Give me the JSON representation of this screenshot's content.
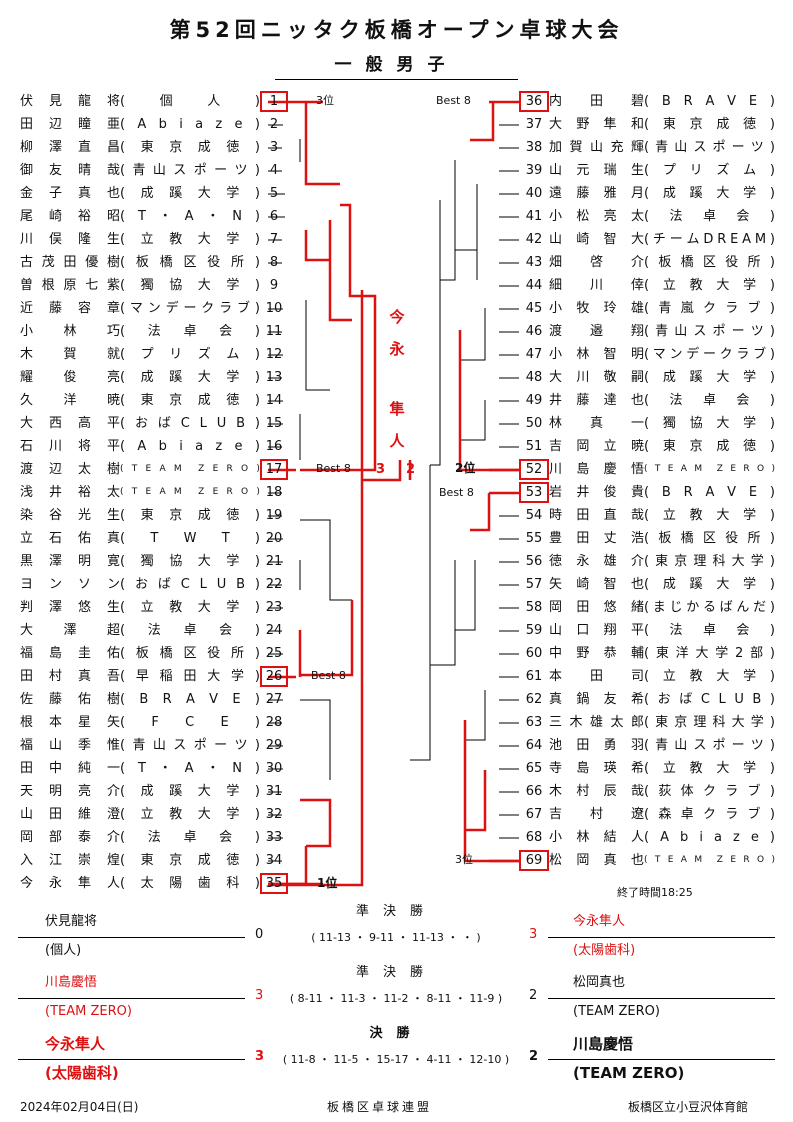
{
  "title": "第52回ニッタク板橋オープン卓球大会",
  "subtitle": "一般男子",
  "left_players": [
    {
      "num": "1",
      "name": "伏見龍将",
      "aff": "個人",
      "boxed": true
    },
    {
      "num": "2",
      "name": "田辺瞳亜",
      "aff": "Abiaze"
    },
    {
      "num": "3",
      "name": "柳澤直昌",
      "aff": "東京成徳"
    },
    {
      "num": "4",
      "name": "御友晴哉",
      "aff": "青山スポーツ"
    },
    {
      "num": "5",
      "name": "金子真也",
      "aff": "成蹊大学"
    },
    {
      "num": "6",
      "name": "尾崎裕昭",
      "aff": "T・A・N"
    },
    {
      "num": "7",
      "name": "川俣隆生",
      "aff": "立教大学"
    },
    {
      "num": "8",
      "name": "古茂田優樹",
      "aff": "板橋区役所"
    },
    {
      "num": "9",
      "name": "曽根原七紫",
      "aff": "獨協大学",
      "strike": true
    },
    {
      "num": "10",
      "name": "近藤容章",
      "aff": "マンデークラブ"
    },
    {
      "num": "11",
      "name": "小林巧",
      "aff": "法卓会"
    },
    {
      "num": "12",
      "name": "木賀就",
      "aff": "プリズム"
    },
    {
      "num": "13",
      "name": "耀俊亮",
      "aff": "成蹊大学"
    },
    {
      "num": "14",
      "name": "久洋暁",
      "aff": "東京成徳"
    },
    {
      "num": "15",
      "name": "大西高平",
      "aff": "おばCLUB"
    },
    {
      "num": "16",
      "name": "石川将平",
      "aff": "Abiaze"
    },
    {
      "num": "17",
      "name": "渡辺太樹",
      "aff": "TEAM ZERO",
      "small": true,
      "boxed": true
    },
    {
      "num": "18",
      "name": "浅井裕太",
      "aff": "TEAM ZERO",
      "small": true
    },
    {
      "num": "19",
      "name": "染谷光生",
      "aff": "東京成徳"
    },
    {
      "num": "20",
      "name": "立石佑真",
      "aff": "TWT"
    },
    {
      "num": "21",
      "name": "黒澤明寛",
      "aff": "獨協大学"
    },
    {
      "num": "22",
      "name": "ヨンソン",
      "aff": "おばCLUB"
    },
    {
      "num": "23",
      "name": "判澤悠生",
      "aff": "立教大学"
    },
    {
      "num": "24",
      "name": "大澤超",
      "aff": "法卓会"
    },
    {
      "num": "25",
      "name": "福島圭佑",
      "aff": "板橋区役所"
    },
    {
      "num": "26",
      "name": "田村真吾",
      "aff": "早稲田大学",
      "boxed": true
    },
    {
      "num": "27",
      "name": "佐藤佑樹",
      "aff": "BRAVE"
    },
    {
      "num": "28",
      "name": "根本星矢",
      "aff": "FCE"
    },
    {
      "num": "29",
      "name": "福山季惟",
      "aff": "青山スポーツ"
    },
    {
      "num": "30",
      "name": "田中純一",
      "aff": "T・A・N"
    },
    {
      "num": "31",
      "name": "天明亮介",
      "aff": "成蹊大学"
    },
    {
      "num": "32",
      "name": "山田維澄",
      "aff": "立教大学"
    },
    {
      "num": "33",
      "name": "岡部泰介",
      "aff": "法卓会"
    },
    {
      "num": "34",
      "name": "入江崇煌",
      "aff": "東京成徳"
    },
    {
      "num": "35",
      "name": "今永隼人",
      "aff": "太陽歯科",
      "boxed": true
    }
  ],
  "right_players": [
    {
      "num": "36",
      "name": "内田碧",
      "aff": "BRAVE",
      "boxed": true
    },
    {
      "num": "37",
      "name": "大野隼和",
      "aff": "東京成徳"
    },
    {
      "num": "38",
      "name": "加賀山充輝",
      "aff": "青山スポーツ"
    },
    {
      "num": "39",
      "name": "山元瑞生",
      "aff": "プリズム"
    },
    {
      "num": "40",
      "name": "遠藤雅月",
      "aff": "成蹊大学"
    },
    {
      "num": "41",
      "name": "小松亮太",
      "aff": "法卓会"
    },
    {
      "num": "42",
      "name": "山崎智大",
      "aff": "チームDREAM",
      "strike": true
    },
    {
      "num": "43",
      "name": "畑啓介",
      "aff": "板橋区役所"
    },
    {
      "num": "44",
      "name": "細川倖",
      "aff": "立教大学"
    },
    {
      "num": "45",
      "name": "小牧玲雄",
      "aff": "青嵐クラブ"
    },
    {
      "num": "46",
      "name": "渡邉翔",
      "aff": "青山スポーツ"
    },
    {
      "num": "47",
      "name": "小林智明",
      "aff": "マンデークラブ",
      "strike": true
    },
    {
      "num": "48",
      "name": "大川敬嗣",
      "aff": "成蹊大学"
    },
    {
      "num": "49",
      "name": "井藤達也",
      "aff": "法卓会",
      "strike": true
    },
    {
      "num": "50",
      "name": "林真一",
      "aff": "獨協大学"
    },
    {
      "num": "51",
      "name": "吉岡立暁",
      "aff": "東京成徳"
    },
    {
      "num": "52",
      "name": "川島慶悟",
      "aff": "TEAM ZERO",
      "small": true,
      "boxed": true
    },
    {
      "num": "53",
      "name": "岩井俊貴",
      "aff": "BRAVE",
      "boxed": true
    },
    {
      "num": "54",
      "name": "時田直哉",
      "aff": "立教大学"
    },
    {
      "num": "55",
      "name": "豊田丈浩",
      "aff": "板橋区役所"
    },
    {
      "num": "56",
      "name": "徳永雄介",
      "aff": "東京理科大学"
    },
    {
      "num": "57",
      "name": "矢崎智也",
      "aff": "成蹊大学"
    },
    {
      "num": "58",
      "name": "岡田悠緒",
      "aff": "まじかるばんだ"
    },
    {
      "num": "59",
      "name": "山口翔平",
      "aff": "法卓会"
    },
    {
      "num": "60",
      "name": "中野恭輔",
      "aff": "東洋大学2部",
      "strike": true
    },
    {
      "num": "61",
      "name": "本田司",
      "aff": "立教大学"
    },
    {
      "num": "62",
      "name": "真鍋友希",
      "aff": "おばCLUB"
    },
    {
      "num": "63",
      "name": "三木雄太郎",
      "aff": "東京理科大学"
    },
    {
      "num": "64",
      "name": "池田勇羽",
      "aff": "青山スポーツ"
    },
    {
      "num": "65",
      "name": "寺島瑛希",
      "aff": "立教大学"
    },
    {
      "num": "66",
      "name": "木村辰哉",
      "aff": "荻体クラブ"
    },
    {
      "num": "67",
      "name": "吉村遼",
      "aff": "森卓クラブ"
    },
    {
      "num": "68",
      "name": "小林結人",
      "aff": "Abiaze"
    },
    {
      "num": "69",
      "name": "松岡真也",
      "aff": "TEAM ZERO",
      "small": true,
      "boxed": true
    }
  ],
  "labels": {
    "third_top": "3位",
    "best8_top_left": "Best 8",
    "best8_top_right": "Best 8",
    "best8_mid_left": "Best 8",
    "second": "2位",
    "best8_mid_right": "Best 8",
    "best8_low_left": "Best 8",
    "first": "1位",
    "third_bottom": "3位"
  },
  "champion_chars": [
    "今",
    "永",
    "隼",
    "人"
  ],
  "final_scores": {
    "left": "3",
    "right": "2"
  },
  "end_time": "終了時間18:25",
  "results": {
    "sf1": {
      "title": "準決勝",
      "left_name": "伏見龍将",
      "left_aff": "(個人)",
      "sets_left": "0",
      "sets_right": "3",
      "games": "( 11-13 ・ 9-11 ・ 11-13 ・ ・ )",
      "right_name": "今永隼人",
      "right_aff": "(太陽歯科)"
    },
    "sf2": {
      "title": "準決勝",
      "left_name": "川島慶悟",
      "left_aff": "(TEAM ZERO)",
      "sets_left": "3",
      "sets_right": "2",
      "games": "( 8-11 ・ 11-3 ・ 11-2 ・ 8-11 ・ 11-9 )",
      "right_name": "松岡真也",
      "right_aff": "(TEAM ZERO)"
    },
    "final": {
      "title": "決勝",
      "left_name": "今永隼人",
      "left_aff": "(太陽歯科)",
      "sets_left": "3",
      "sets_right": "2",
      "games": "( 11-8 ・ 11-5 ・ 15-17 ・ 4-11 ・ 12-10 )",
      "right_name": "川島慶悟",
      "right_aff": "(TEAM ZERO)"
    }
  },
  "footer": {
    "date": "2024年02月04日(日)",
    "org": "板橋区卓球連盟",
    "venue": "板橋区立小豆沢体育館"
  },
  "colors": {
    "winner_red": "#d11",
    "line": "#000"
  }
}
